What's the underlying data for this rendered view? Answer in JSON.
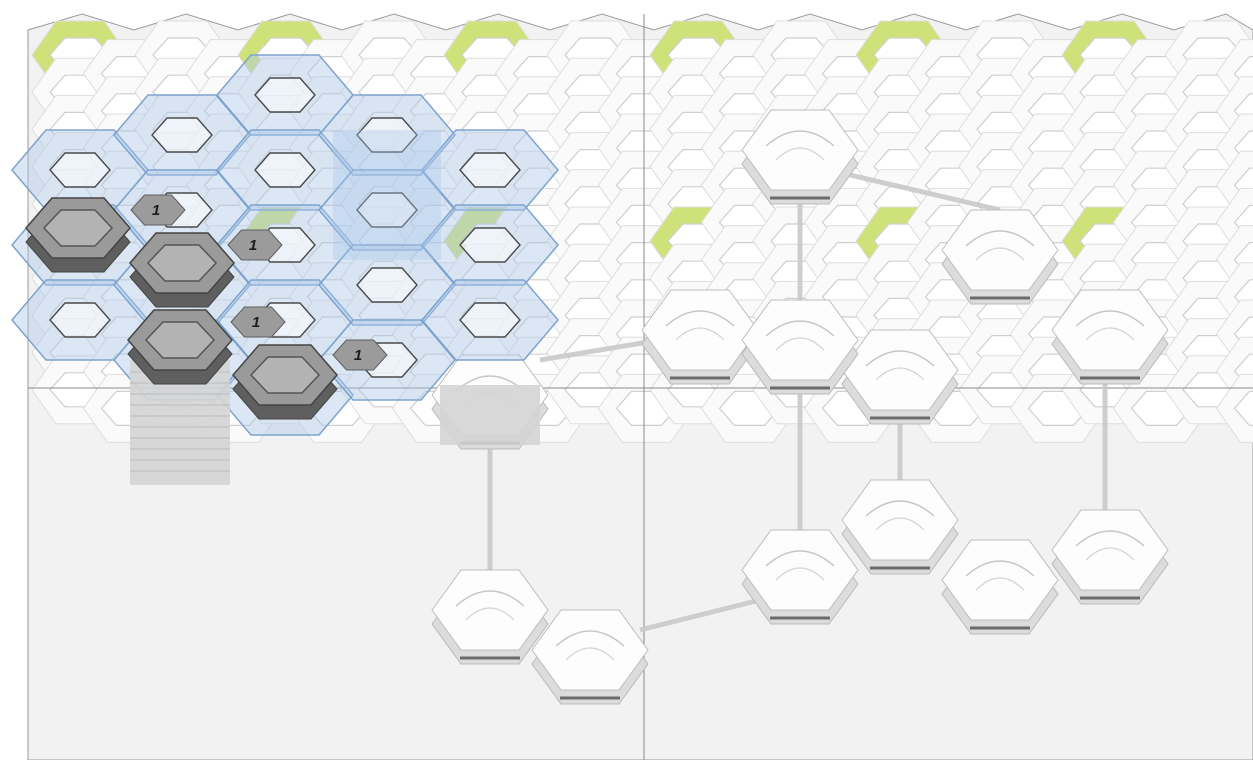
{
  "diagram": {
    "board_colors": {
      "background": "#f2f2f2",
      "cell": "#fafafa",
      "cell_stroke": "#dedede",
      "hole": "#ffffff",
      "hole_stroke": "#cfcfcf",
      "highlight": "#cfe27a",
      "divider": "#8a8a8a"
    },
    "overlay_colors": {
      "fill": "#a9c6e8",
      "stroke": "#7ea3cf"
    },
    "piece_colors": {
      "top": "#9a9a9a",
      "inner": "#b3b3b3",
      "side": "#5f5f5f"
    },
    "badges": [
      {
        "text": "1"
      },
      {
        "text": "1"
      },
      {
        "text": "1"
      },
      {
        "text": "1"
      }
    ]
  }
}
